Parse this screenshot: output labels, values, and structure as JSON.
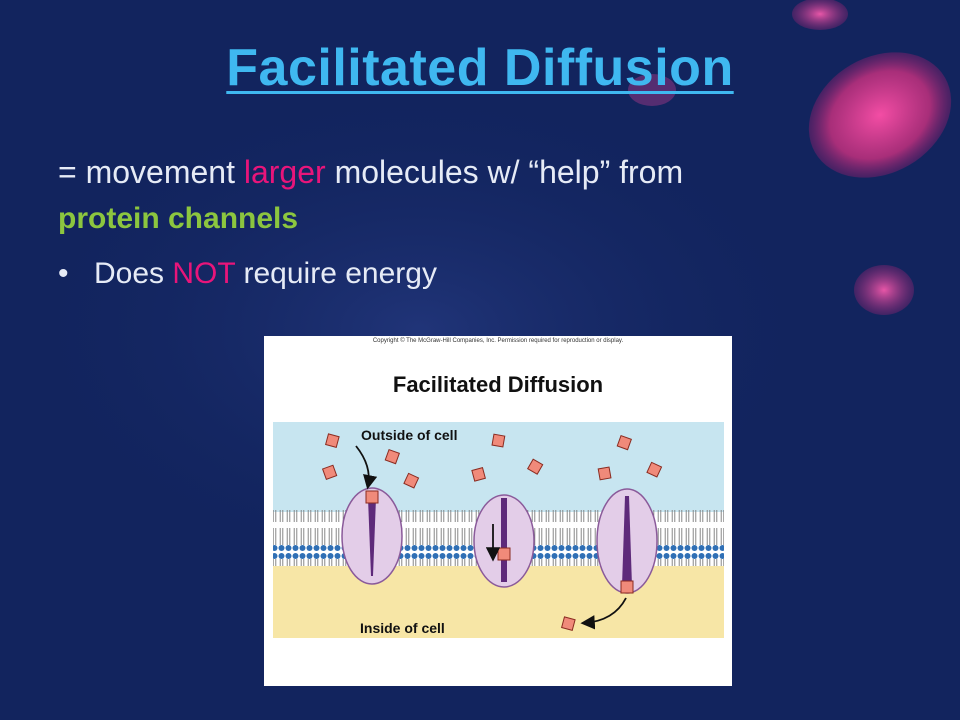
{
  "slide": {
    "title": "Facilitated Diffusion",
    "definition_prefix": "= movement ",
    "definition_highlight": "larger",
    "definition_suffix": " molecules w/ “help” from",
    "definition_emphasis": "protein channels",
    "bullet_marker": "•",
    "bullet_prefix": "Does ",
    "bullet_highlight": "NOT",
    "bullet_suffix": " require energy"
  },
  "figure": {
    "copyright": "Copyright © The McGraw-Hill Companies, Inc. Permission required for reproduction or display.",
    "title": "Facilitated Diffusion",
    "outside_label": "Outside of cell",
    "inside_label": "Inside of cell"
  },
  "colors": {
    "background": "#12245e",
    "title": "#3fb8f0",
    "body_text": "#e6ebf6",
    "highlight_pink": "#e8157a",
    "emphasis_green": "#8cc63f",
    "outside_fluid": "#c7e5f0",
    "inside_fluid": "#f7e6a6",
    "protein": "#e3cde8",
    "molecule": "#f08a7a"
  }
}
